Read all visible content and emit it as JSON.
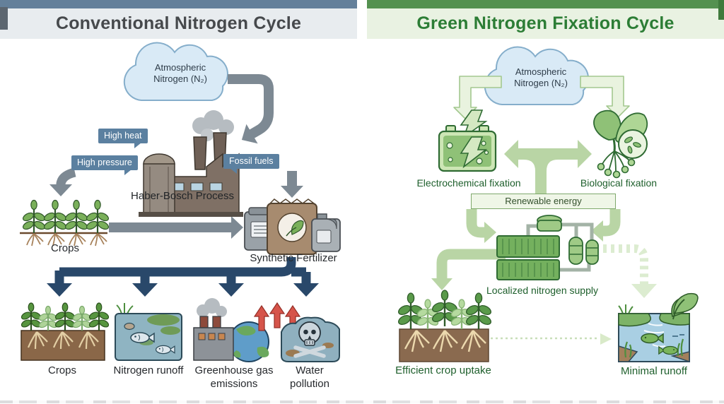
{
  "left_panel": {
    "title": "Conventional Nitrogen Cycle",
    "cloud": {
      "line1": "Atmospheric",
      "line2": "Nitrogen (N₂)"
    },
    "callout_high_heat": "High heat",
    "callout_high_pressure": "High pressure",
    "callout_fossil_fuels": "Fossil fuels",
    "process_label": "Haber-Bosch Process",
    "crops_label": "Crops",
    "fertilizer_label": "Synthetic Fertilizer",
    "outcomes": [
      {
        "label": "Crops"
      },
      {
        "label": "Nitrogen runoff"
      },
      {
        "label": "Greenhouse gas emissions"
      },
      {
        "label": "Water pollution"
      }
    ]
  },
  "right_panel": {
    "title": "Green Nitrogen Fixation Cycle",
    "cloud": {
      "line1": "Atmospheric",
      "line2": "Nitrogen (N₂)"
    },
    "labels": {
      "electrochemical": "Electrochemical fixation",
      "biological": "Biological fixation",
      "renewable": "Renewable energy",
      "supply": "Localized nitrogen supply",
      "uptake": "Efficient crop uptake",
      "runoff": "Minimal runoff"
    }
  },
  "colors": {
    "left_accent_bar": "#64809a",
    "left_header_bg": "#e8ecef",
    "left_title_text": "#46494c",
    "callout_bg": "#5b80a0",
    "gray_arrow": "#7d8993",
    "navy_arrow": "#29486a",
    "cloud_fill": "#d9eaf6",
    "cloud_border": "#85aecb",
    "right_accent_bar": "#549150",
    "right_header_bg": "#e9f2e2",
    "right_title_text": "#2c7d35",
    "green_arrow": "#b9d5a5",
    "pale_arrow_fill": "#e9f3df",
    "green_label_text": "#1e5f2c",
    "renewable_box_bg": "#eff6e7",
    "renewable_box_border": "#7fa96c"
  }
}
